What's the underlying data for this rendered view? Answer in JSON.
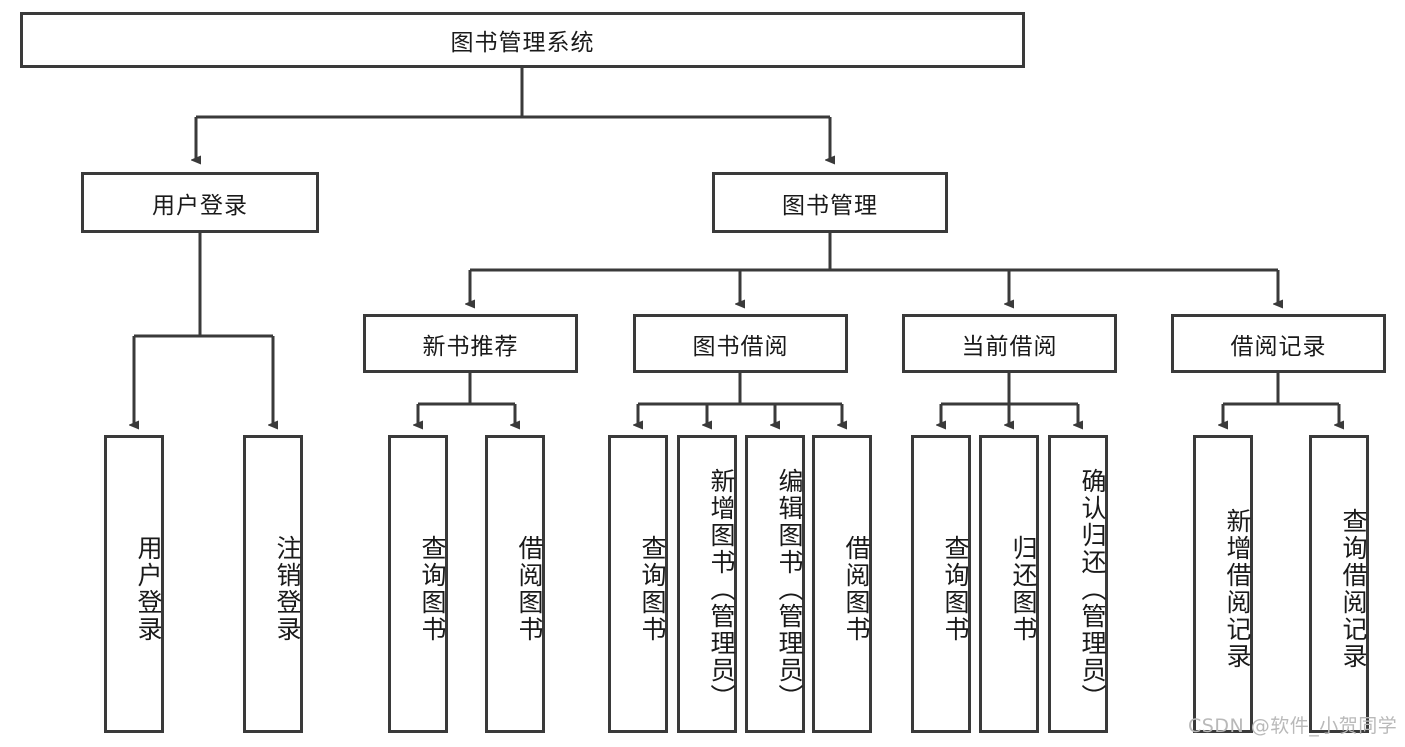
{
  "diagram": {
    "type": "tree-hierarchy-diagram",
    "title": "图书管理系统",
    "colors": {
      "box_border": "#3a3a3a",
      "box_fill": "#ffffff",
      "edge": "#3a3a3a",
      "text": "#1a1a1a",
      "watermark": "#b9b9b9",
      "background": "#ffffff"
    },
    "root": {
      "id": "root",
      "label": "图书管理系统",
      "orientation": "horizontal"
    },
    "level2": [
      {
        "id": "user-login",
        "label": "用户登录",
        "orientation": "horizontal"
      },
      {
        "id": "book-manage",
        "label": "图书管理",
        "orientation": "horizontal"
      }
    ],
    "level3": [
      {
        "id": "new-book-recommend",
        "label": "新书推荐",
        "orientation": "horizontal",
        "parent": "book-manage"
      },
      {
        "id": "book-borrow",
        "label": "图书借阅",
        "orientation": "horizontal",
        "parent": "book-manage"
      },
      {
        "id": "current-borrow",
        "label": "当前借阅",
        "orientation": "horizontal",
        "parent": "book-manage"
      },
      {
        "id": "borrow-record",
        "label": "借阅记录",
        "orientation": "horizontal",
        "parent": "book-manage"
      }
    ],
    "leaves": [
      {
        "id": "leaf-user-login",
        "label": "用户登录",
        "parent": "user-login"
      },
      {
        "id": "leaf-logout-login",
        "label": "注销登录",
        "parent": "user-login"
      },
      {
        "id": "leaf-query-book-1",
        "label": "查询图书",
        "parent": "new-book-recommend"
      },
      {
        "id": "leaf-borrow-book-1",
        "label": "借阅图书",
        "parent": "new-book-recommend"
      },
      {
        "id": "leaf-query-book-2",
        "label": "查询图书",
        "parent": "book-borrow"
      },
      {
        "id": "leaf-add-book",
        "label": "新增图书（管理员）",
        "parent": "book-borrow"
      },
      {
        "id": "leaf-edit-book",
        "label": "编辑图书（管理员）",
        "parent": "book-borrow"
      },
      {
        "id": "leaf-borrow-book-2",
        "label": "借阅图书",
        "parent": "book-borrow"
      },
      {
        "id": "leaf-query-book-3",
        "label": "查询图书",
        "parent": "current-borrow"
      },
      {
        "id": "leaf-return-book",
        "label": "归还图书",
        "parent": "current-borrow"
      },
      {
        "id": "leaf-confirm-return",
        "label": "确认归还（管理员）",
        "parent": "current-borrow"
      },
      {
        "id": "leaf-add-record",
        "label": "新增借阅记录",
        "parent": "borrow-record"
      },
      {
        "id": "leaf-query-record",
        "label": "查询借阅记录",
        "parent": "borrow-record"
      }
    ],
    "watermark": "CSDN @软件_小贺同学"
  }
}
